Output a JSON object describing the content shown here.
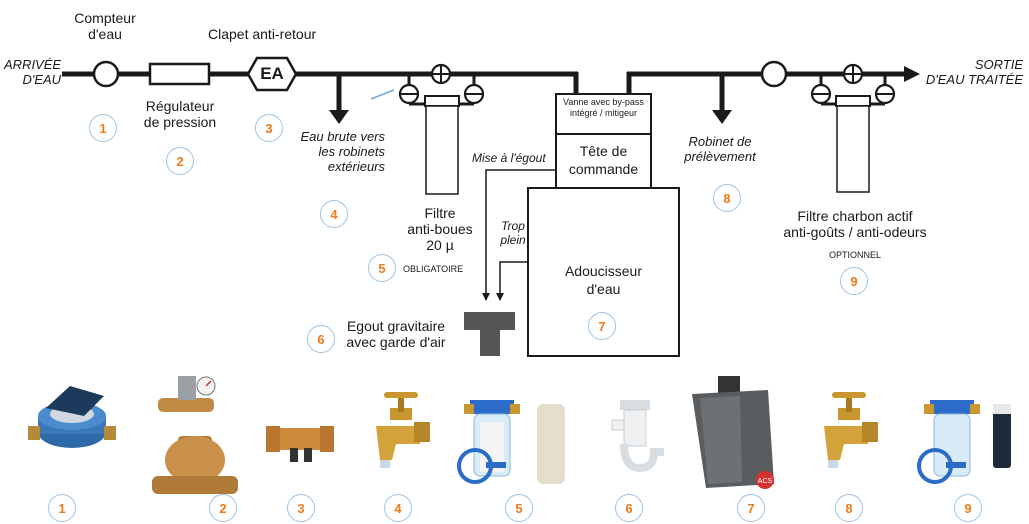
{
  "labels": {
    "inlet": [
      "ARRIVÉE",
      "D'EAU"
    ],
    "outlet": [
      "SORTIE",
      "D'EAU TRAITÉE"
    ],
    "meter": [
      "Compteur",
      "d'eau"
    ],
    "check_valve": "Clapet anti-retour",
    "check_valve_symbol": "EA",
    "regulator": [
      "Régulateur",
      "de pression"
    ],
    "raw_water": [
      "Eau brute vers",
      "les robinets",
      "extérieurs"
    ],
    "mud_filter": [
      "Filtre",
      "anti-boues",
      "20 µ"
    ],
    "mud_filter_note": "OBLIGATOIRE",
    "bypass_valve": [
      "Vanne avec by-pass",
      "intégré / mitigeur"
    ],
    "control_head": [
      "Tête de",
      "commande"
    ],
    "to_drain": "Mise à l'égout",
    "overflow": [
      "Trop",
      "plein"
    ],
    "softener": [
      "Adoucisseur",
      "d'eau"
    ],
    "sample_tap": [
      "Robinet de",
      "prélèvement"
    ],
    "carbon_filter": [
      "Filtre charbon actif",
      "anti-goûts / anti-odeurs"
    ],
    "carbon_filter_note": "OPTIONNEL",
    "drain": [
      "Egout gravitaire",
      "avec garde d'air"
    ]
  },
  "diagram_badges": [
    "1",
    "2",
    "3",
    "4",
    "5",
    "6",
    "7",
    "8",
    "9"
  ],
  "products": [
    {
      "num": "1",
      "name": "water-meter"
    },
    {
      "num": "2",
      "name": "pressure-regulator"
    },
    {
      "num": "3",
      "name": "check-valve"
    },
    {
      "num": "4",
      "name": "brass-tap"
    },
    {
      "num": "5",
      "name": "mud-filter-housing"
    },
    {
      "num": "6",
      "name": "siphon-drain"
    },
    {
      "num": "7",
      "name": "water-softener"
    },
    {
      "num": "8",
      "name": "brass-sample-tap"
    },
    {
      "num": "9",
      "name": "carbon-filter-housing"
    }
  ],
  "softener_badge": "ACS",
  "colors": {
    "line": "#1a1a1a",
    "badge_text": "#ef7a1a",
    "badge_border": "#9ec3e6"
  }
}
